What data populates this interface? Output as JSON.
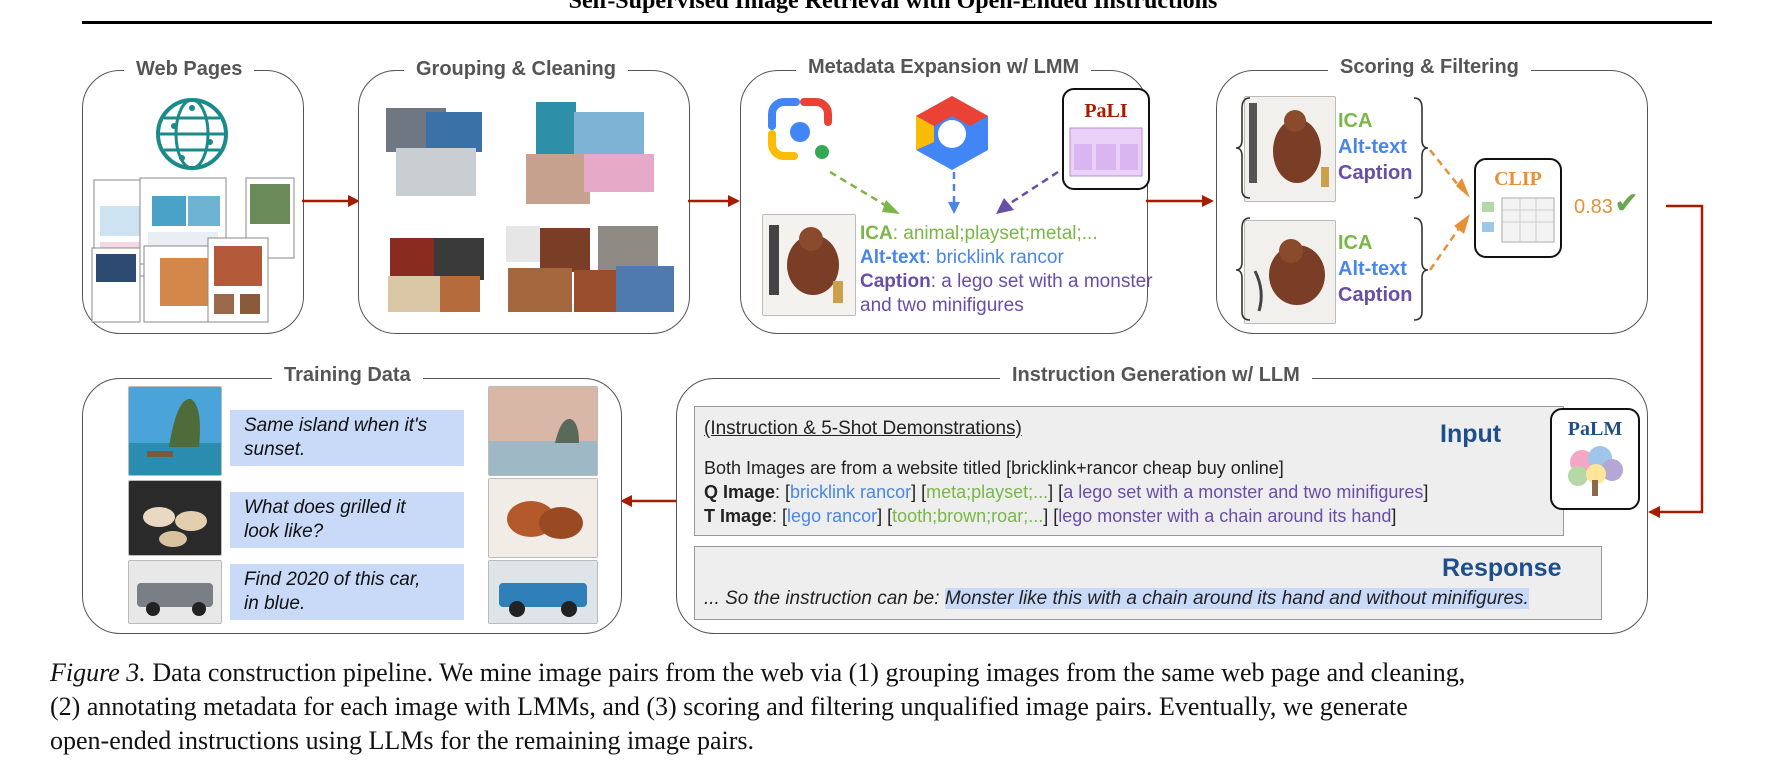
{
  "figure_title": "Self-Supervised Image Retrieval with Open-Ended Instructions",
  "stages": {
    "web_pages": "Web Pages",
    "grouping": "Grouping & Cleaning",
    "metadata": "Metadata Expansion w/ LMM",
    "scoring": "Scoring & Filtering",
    "training": "Training Data",
    "instruction": "Instruction Generation w/ LLM"
  },
  "metadata": {
    "pali": "PaLI",
    "ica_label": "ICA",
    "ica_text": ": animal;playset;metal;...",
    "alt_label": "Alt-text",
    "alt_text": ": bricklink rancor",
    "cap_label": "Caption",
    "cap_text": ": a lego set with a monster",
    "cap_text2": "and two minifigures"
  },
  "scoring": {
    "ica": "ICA",
    "alt": "Alt-text",
    "caption": "Caption",
    "clip": "CLIP",
    "score": "0.83",
    "check": "✔"
  },
  "instruction": {
    "palm": "PaLM",
    "demo": "(Instruction & 5-Shot Demonstrations)",
    "input": "Input",
    "line1": "Both Images are from a website titled [bricklink+rancor cheap buy online]",
    "q_label": "Q Image",
    "q_a": "bricklink rancor",
    "q_b": "meta;playset;...",
    "q_c": "a lego set with a monster and two minifigures",
    "t_label": "T Image",
    "t_a": "lego rancor",
    "t_b": "tooth;brown;roar;...",
    "t_c": "lego monster with a chain around its hand",
    "response": "Response",
    "resp_prefix": "... So the instruction can be: ",
    "resp_text": "Monster like this with a chain around its hand and without minifigures."
  },
  "training": {
    "items": [
      {
        "l1": "Same island when it's",
        "l2": "sunset."
      },
      {
        "l1": "What does grilled it",
        "l2": "look like?"
      },
      {
        "l1": "Find 2020 of this car,",
        "l2": "in blue."
      }
    ]
  },
  "caption": {
    "label": "Figure 3.",
    "line1": " Data construction pipeline.  We mine image pairs from the web via (1) grouping images from the same web page and cleaning,",
    "line2": "(2) annotating metadata for each image with LMMs, and (3) scoring and filtering unqualified image pairs.  Eventually, we generate",
    "line3": "open-ended instructions using LLMs for the remaining image pairs."
  },
  "colors": {
    "arrow": "#a61c00",
    "ica": "#7ab648",
    "alt": "#4a86e8",
    "caption": "#674ea7",
    "clip": "#e69138",
    "accent": "#1f4e8c"
  }
}
